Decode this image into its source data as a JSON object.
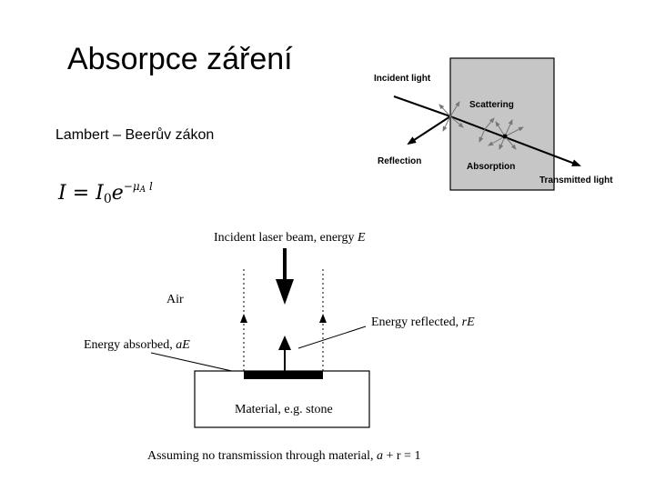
{
  "slide": {
    "title": "Absorpce záření",
    "subtitle": "Lambert – Beerův zákon"
  },
  "formula": {
    "lhs": "I",
    "eq": "=",
    "base": "I",
    "base_sub": "0",
    "exp_base": "e",
    "exp_sign": "−",
    "exp_mu": "μ",
    "exp_mu_sub": "A",
    "exp_l": "l"
  },
  "scattering_diagram": {
    "incident": "Incident light",
    "scattering": "Scattering",
    "reflection": "Reflection",
    "absorption": "Absorption",
    "transmitted": "Transmitted light",
    "box_color": "#c6c6c6"
  },
  "laser_diagram": {
    "incident": "Incident laser beam, energy",
    "incident_var": "E",
    "air": "Air",
    "reflected": "Energy reflected,",
    "reflected_var": "rE",
    "absorbed": "Energy absorbed,",
    "absorbed_var": "aE",
    "material": "Material, e.g. stone",
    "assumption": "Assuming no transmission through material,",
    "assumption_eq_lhs": "a",
    "assumption_eq_rest": "+ r =  1"
  }
}
